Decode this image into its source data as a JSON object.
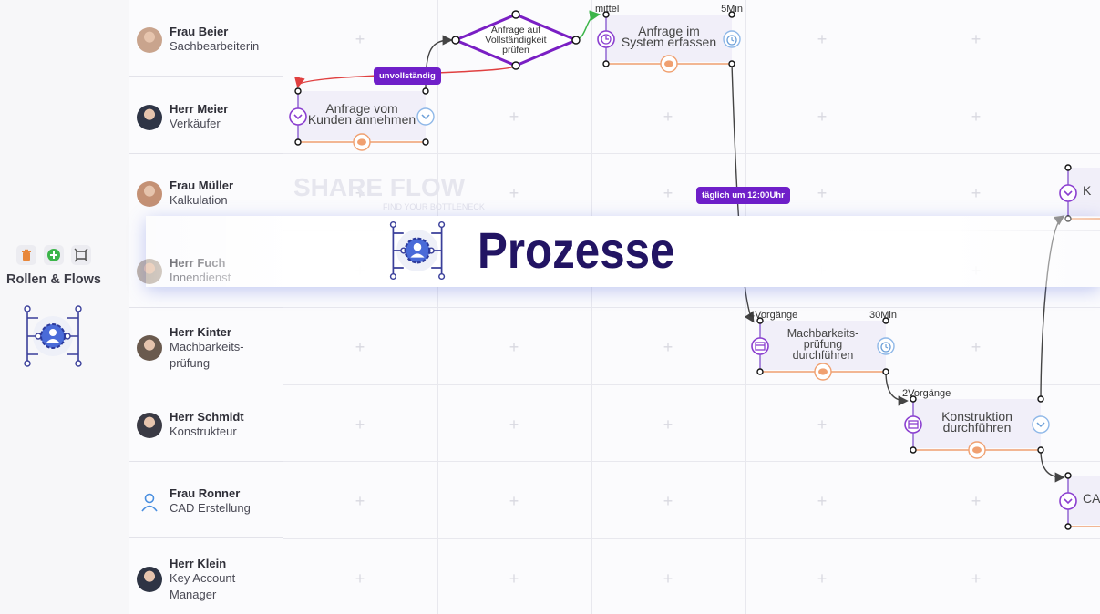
{
  "sidebar": {
    "title": "Rollen & Flows",
    "tools": [
      {
        "icon": "trash-icon",
        "color": "#e8873a"
      },
      {
        "icon": "add-icon",
        "color": "#3cb54a"
      },
      {
        "icon": "frame-icon",
        "color": "#555"
      }
    ],
    "logo_icon": "process-network-icon"
  },
  "roles": [
    {
      "name": "Frau Beier",
      "title": "Sachbearbeiterin",
      "avatar": "photo"
    },
    {
      "name": "Herr Meier",
      "title": "Verkäufer",
      "avatar": "photo"
    },
    {
      "name": "Frau Müller",
      "title": "Kalkulation",
      "avatar": "photo"
    },
    {
      "name": "Herr Fuch",
      "title": "Innendienst",
      "avatar": "photo"
    },
    {
      "name": "Herr Kinter",
      "title": "Machbarkeits-\nprüfung",
      "avatar": "photo"
    },
    {
      "name": "Herr Schmidt",
      "title": "Konstrukteur",
      "avatar": "photo"
    },
    {
      "name": "Frau Ronner",
      "title": "CAD Erstellung",
      "avatar": "person-icon"
    },
    {
      "name": "Herr Klein",
      "title": "Key Account\nManager",
      "avatar": "photo"
    }
  ],
  "watermark": {
    "main": "SHARE FLOW",
    "sub": "FIND YOUR BOTTLENECK"
  },
  "banner": {
    "title": "Prozesse",
    "icon": "process-network-icon"
  },
  "flow": {
    "decision": {
      "label": "Anfrage auf\nVollständigkeit\nprüfen"
    },
    "tasks": [
      {
        "id": "t1",
        "label": "Anfrage im\nSystem erfassen",
        "meta_left": "mittel",
        "meta_right": "5Min"
      },
      {
        "id": "t2",
        "label": "Anfrage vom\nKunden annehmen",
        "meta_left": "",
        "meta_right": ""
      },
      {
        "id": "t3",
        "label": "Machbarkeits-\nprüfung\ndurchführen",
        "meta_left": "4Vorgänge",
        "meta_right": "30Min"
      },
      {
        "id": "t4",
        "label": "Konstruktion\ndurchführen",
        "meta_left": "2Vorgänge",
        "meta_right": ""
      },
      {
        "id": "t5",
        "label": "CA",
        "meta_left": "",
        "meta_right": ""
      },
      {
        "id": "t6",
        "label": "K",
        "meta_left": "",
        "meta_right": ""
      }
    ],
    "badges": [
      {
        "id": "b1",
        "label": "unvollständig"
      },
      {
        "id": "b2",
        "label": "täglich um 12:00Uhr"
      }
    ],
    "colors": {
      "accent": "#6f1fc9",
      "task_bg": "#f1eff9",
      "comment": "#f0a070",
      "error_arrow": "#e04040",
      "ok_arrow": "#3cb54a"
    }
  }
}
